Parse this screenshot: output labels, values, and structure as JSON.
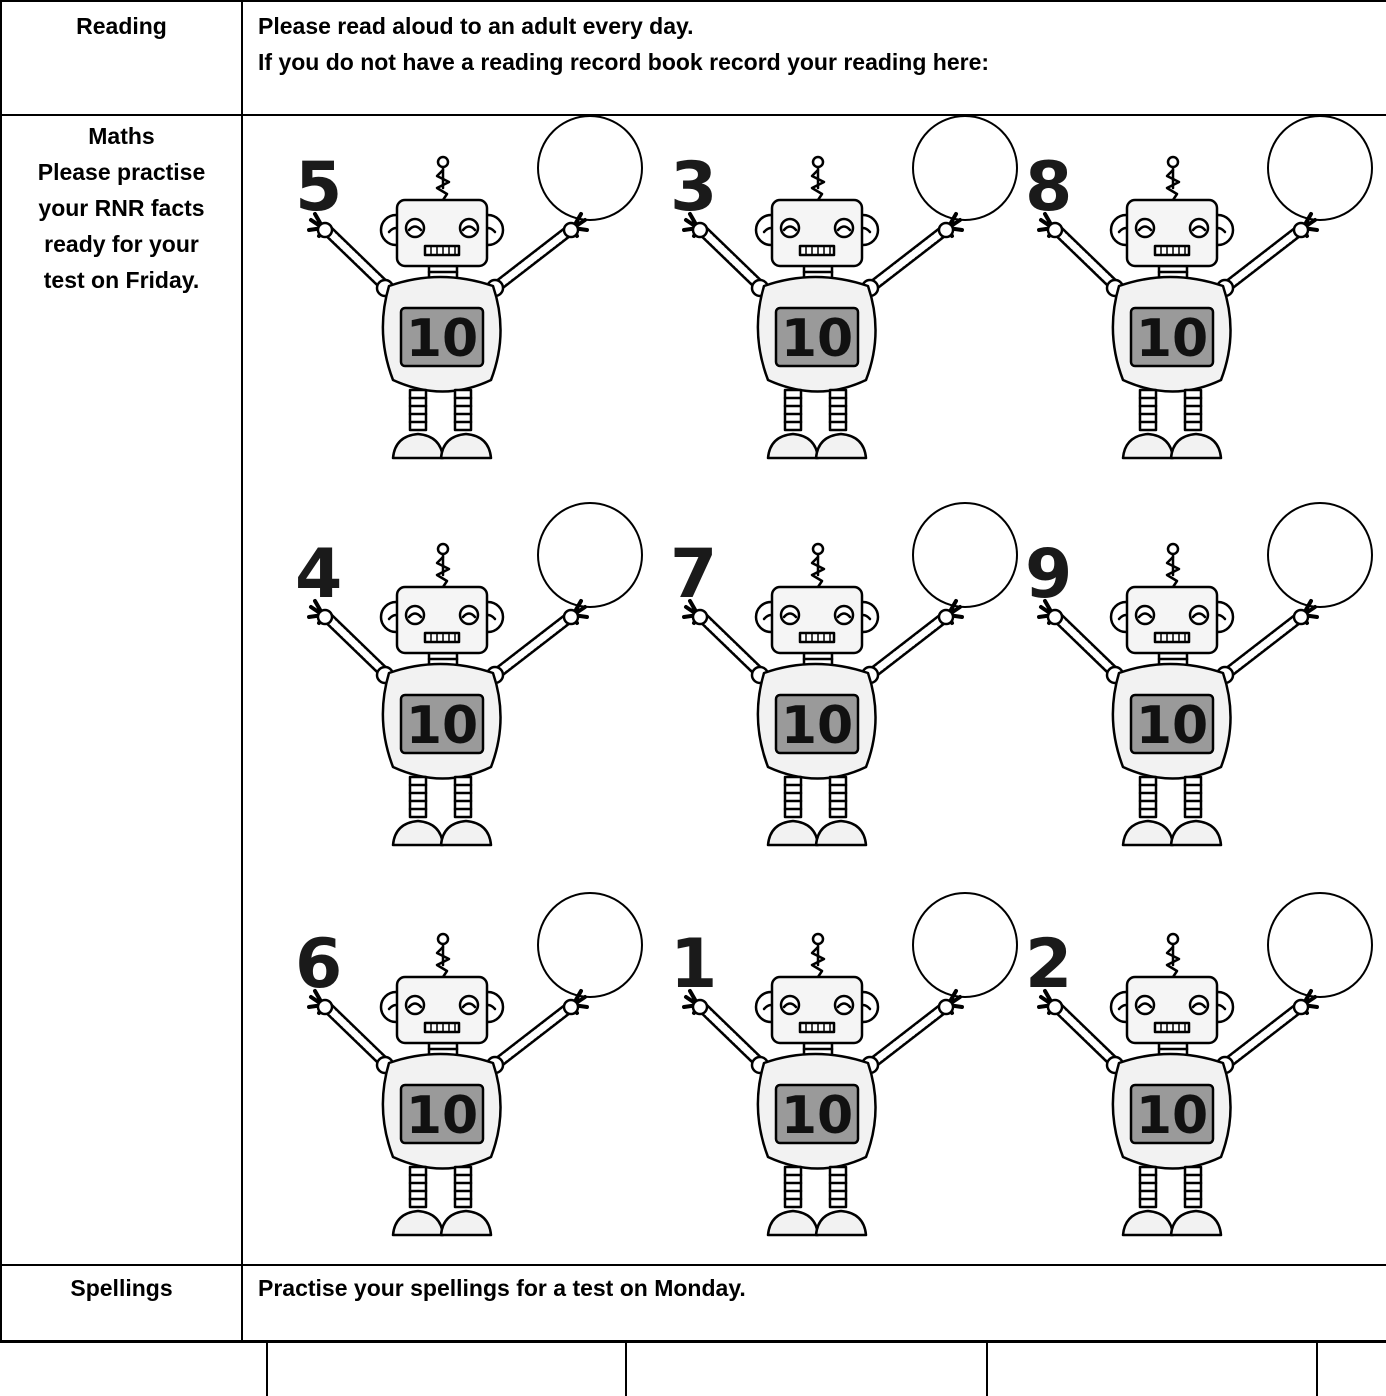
{
  "reading": {
    "label": "Reading",
    "line1": "Please read aloud to an adult every day.",
    "line2": "If you do not have a reading record book record your reading here:"
  },
  "maths": {
    "label_lines": [
      "Maths",
      "Please practise",
      "your RNR facts",
      "ready for your",
      "test on Friday."
    ],
    "robots": [
      {
        "number": "5",
        "total": "10"
      },
      {
        "number": "3",
        "total": "10"
      },
      {
        "number": "8",
        "total": "10"
      },
      {
        "number": "4",
        "total": "10"
      },
      {
        "number": "7",
        "total": "10"
      },
      {
        "number": "9",
        "total": "10"
      },
      {
        "number": "6",
        "total": "10"
      },
      {
        "number": "1",
        "total": "10"
      },
      {
        "number": "2",
        "total": "10"
      }
    ]
  },
  "spellings": {
    "label": "Spellings",
    "text": "Practise your spellings for a test on Monday."
  },
  "colors": {
    "border": "#000000",
    "screen": "#9a9a9a",
    "robot_fill": "#f2f2f2"
  }
}
